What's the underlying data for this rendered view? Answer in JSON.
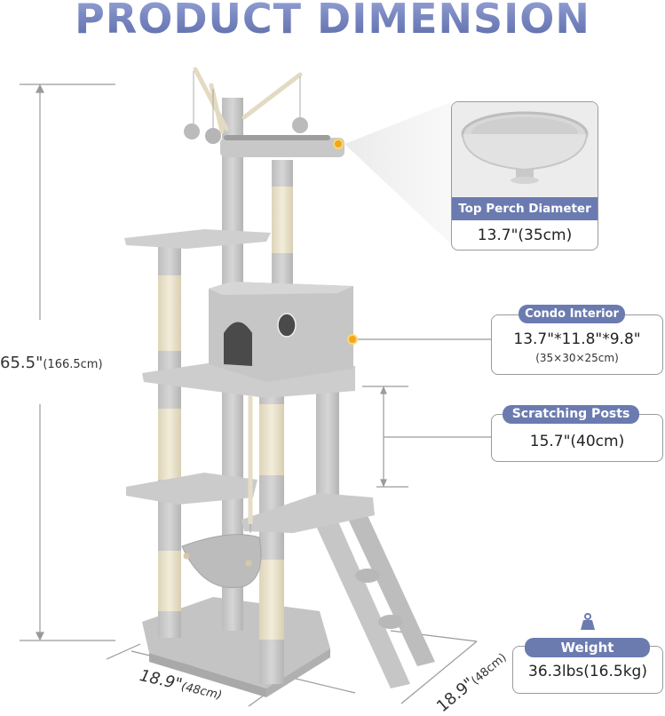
{
  "title": "PRODUCT DIMENSION",
  "dimensions": {
    "height": {
      "value": "65.5\"",
      "metric": "(166.5cm)"
    },
    "width": {
      "value": "18.9\"",
      "metric": "(48cm)"
    },
    "depth": {
      "value": "18.9\"",
      "metric": "(48cm)"
    }
  },
  "callouts": {
    "top_perch": {
      "label": "Top Perch Diameter",
      "value": "13.7\"(35cm)"
    },
    "condo": {
      "label": "Condo Interior",
      "value": "13.7\"*11.8\"*9.8\"",
      "metric": "(35×30×25cm)"
    },
    "scratching_posts": {
      "label": "Scratching Posts",
      "value": "15.7\"(40cm)"
    },
    "weight": {
      "label": "Weight",
      "value": "36.3lbs(16.5kg)",
      "icon": "weight-icon"
    }
  },
  "colors": {
    "accent": "#6b7bb0",
    "title_gradient_top": "#9aa6d6",
    "title_gradient_bottom": "#5c6ba8",
    "marker": "#f0a818",
    "plush": "#c9c9c9",
    "sisal": "#e9e2cc"
  }
}
